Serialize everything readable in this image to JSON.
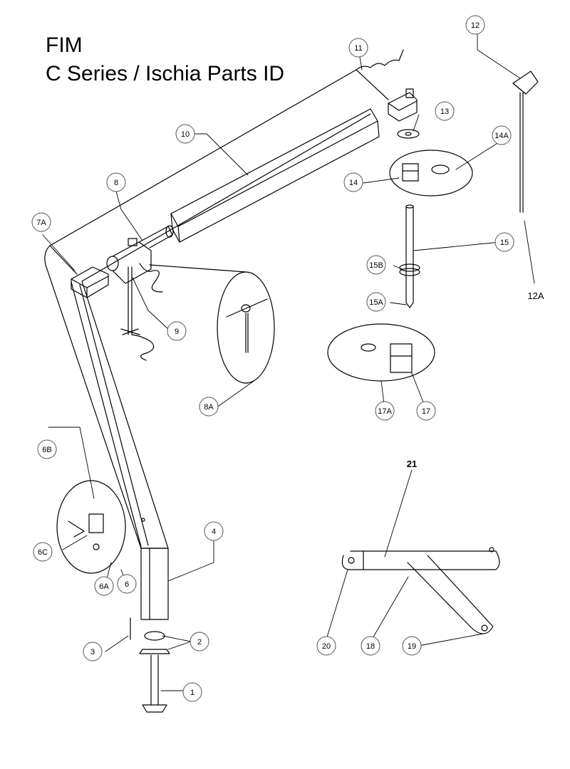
{
  "title": {
    "line1": "FIM",
    "line2": "C Series / Ischia Parts ID"
  },
  "callouts": {
    "c1": "1",
    "c2": "2",
    "c3": "3",
    "c4": "4",
    "c6": "6",
    "c6a": "6A",
    "c6b": "6B",
    "c6c": "6C",
    "c7a": "7A",
    "c8": "8",
    "c8a": "8A",
    "c9": "9",
    "c10": "10",
    "c11": "11",
    "c12": "12",
    "c12a": "12A",
    "c13": "13",
    "c14": "14",
    "c14a": "14A",
    "c15": "15",
    "c15a": "15A",
    "c15b": "15B",
    "c17": "17",
    "c17a": "17A",
    "c18": "18",
    "c19": "19",
    "c20": "20",
    "c21": "21"
  },
  "colors": {
    "line": "#000000",
    "callout_stroke": "#555555",
    "background": "#ffffff"
  }
}
